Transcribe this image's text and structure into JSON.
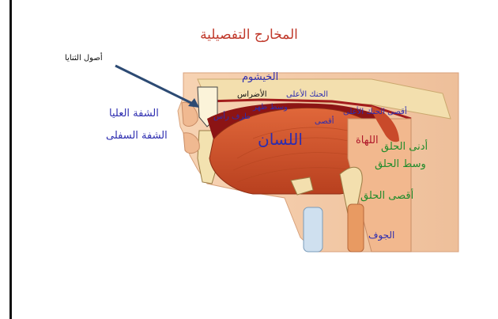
{
  "title": "المخارج التفصيلية",
  "labels": {
    "roots_of_incisors": "أصول الثنايا",
    "nasal_cavity": "الخيشوم",
    "molars": "الأضراس",
    "upper_lip": "الشفة العليا",
    "lower_lip": "الشفة السفلى",
    "tongue": "اللسان",
    "tip_of_tongue": "طرف رأس",
    "middle_back": "وسط ظهر",
    "upper_palate": "الحنك الأعلى",
    "far_soft_palate": "أقصى الحنك الأعلى",
    "far_end": "أقصى",
    "uvula": "اللهاة",
    "near_throat": "أدنى الحلق",
    "middle_throat": "وسط الحلق",
    "far_throat": "أقصى الحلق",
    "cavity": "الجوف"
  },
  "colors": {
    "title": "#c0392b",
    "blue_label": "#2d2db0",
    "green_label": "#1f8c2a",
    "red_label": "#b0182a",
    "skin": "#f4c9a5",
    "tongue": "#d9542f",
    "muscle": "#c94a2a",
    "bone": "#f3dfae"
  }
}
